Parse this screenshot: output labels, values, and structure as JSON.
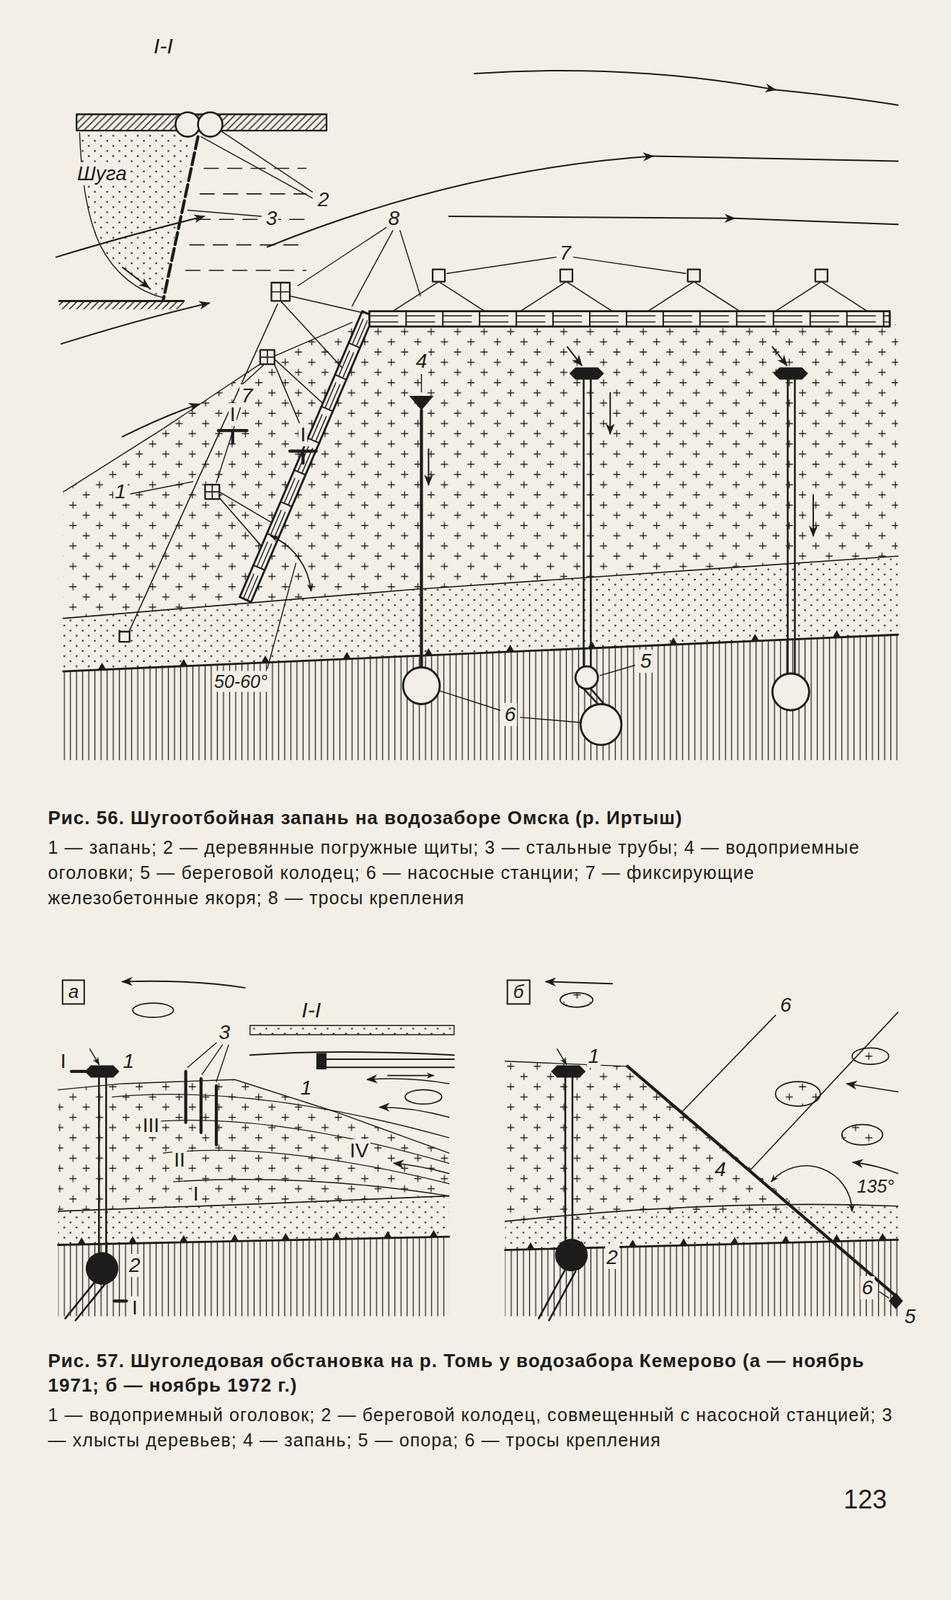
{
  "diagram": {
    "nodes": [
      {
        "text": [
          "а"
        ]
      },
      {
        "text": [
          "б"
        ]
      }
    ],
    "labels": [
      "I-I",
      "Шуга",
      "2",
      "3",
      "8",
      "7",
      "7",
      "1",
      "I",
      "I",
      "4",
      "5",
      "6",
      "50-60°",
      "Рис. 56. Шугоотбойная запань на водозаборе Омска (р. Иртыш)",
      "1 — запань; 2 — деревянные погружные щиты; 3 — стальные трубы; 4 — водоприемные оголовки; 5 — береговой колодец; 6 — насосные станции; 7 — фиксирующие железобетонные якоря; 8 — тросы крепления",
      "I-I",
      "I",
      "1",
      "3",
      "III",
      "II",
      "I",
      "IV",
      "1",
      "2",
      "I",
      "6",
      "1",
      "4",
      "135°",
      "6",
      "5",
      "2",
      "Рис. 57. Шуголедовая обстановка на р. Томь у водозабора Кемерово (а — ноябрь 1971; б — ноябрь 1972 г.)",
      "1 — водоприемный оголовок; 2 — береговой колодец, совмещенный с насосной станцией; 3 — хлысты деревьев; 4 — запань; 5 — опора; 6 — тросы крепления",
      "123"
    ]
  }
}
